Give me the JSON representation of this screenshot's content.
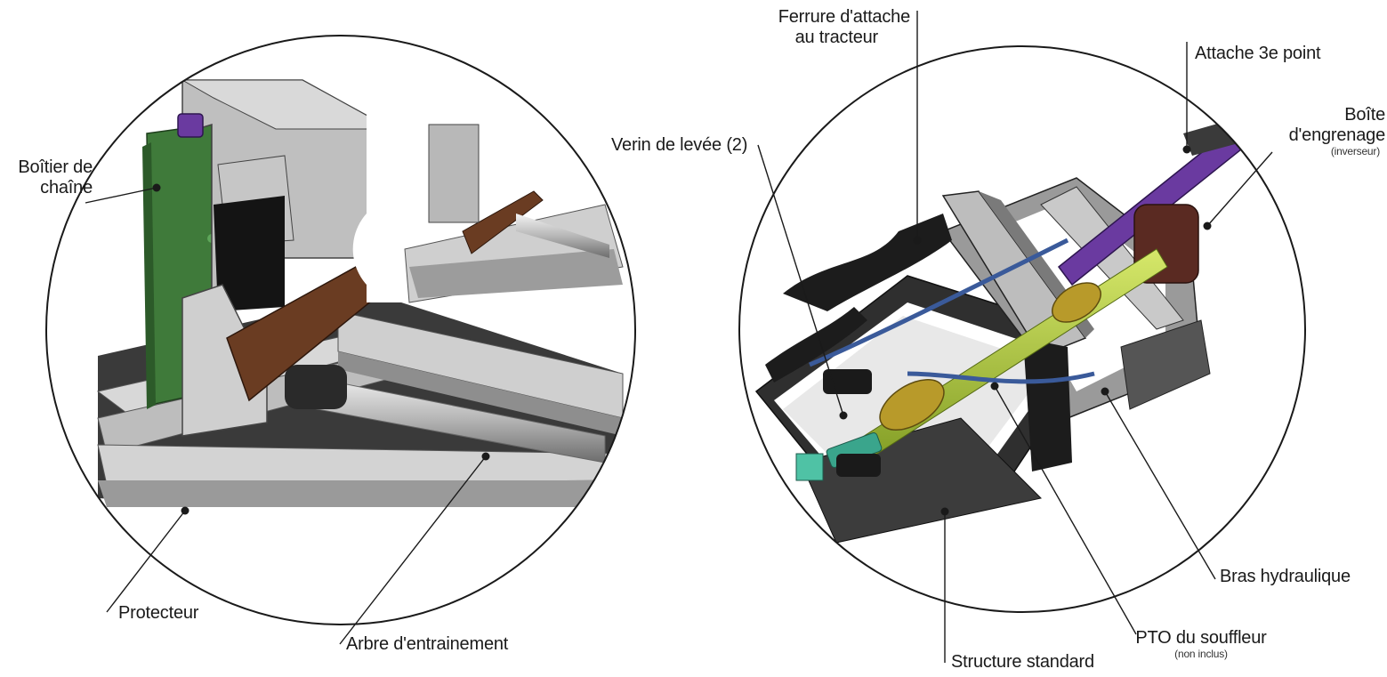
{
  "left_view": {
    "labels": {
      "chain_housing": [
        "Boîtier de",
        "chaîne"
      ],
      "protector": "Protecteur",
      "drive_shaft": "Arbre d'entrainement"
    }
  },
  "right_view": {
    "labels": {
      "tractor_hitch": [
        "Ferrure d'attache",
        "au tracteur"
      ],
      "third_point": "Attache 3e point",
      "gearbox": [
        "Boîte",
        "d'engrenage"
      ],
      "gearbox_note": "(inverseur)",
      "lift_cylinder": "Verin de levée (2)",
      "hydraulic_arm": "Bras hydraulique",
      "blower_pto": "PTO du souffleur",
      "blower_pto_note": "(non inclus)",
      "standard_frame": "Structure standard"
    }
  },
  "colors": {
    "outline": "#1a1a1a",
    "steel_light": "#c9c9c9",
    "steel_mid": "#9a9a9a",
    "steel_dark": "#5c5c5c",
    "chain_case_green": "#3f7a3a",
    "wood_brown": "#6a3c22",
    "purple": "#6a3aa0",
    "pto_green": "#a5c23a",
    "teal": "#3aa58c",
    "gold": "#b89a2a",
    "hose_blue": "#3a5a9a",
    "gearbox_red": "#5a2a22"
  }
}
